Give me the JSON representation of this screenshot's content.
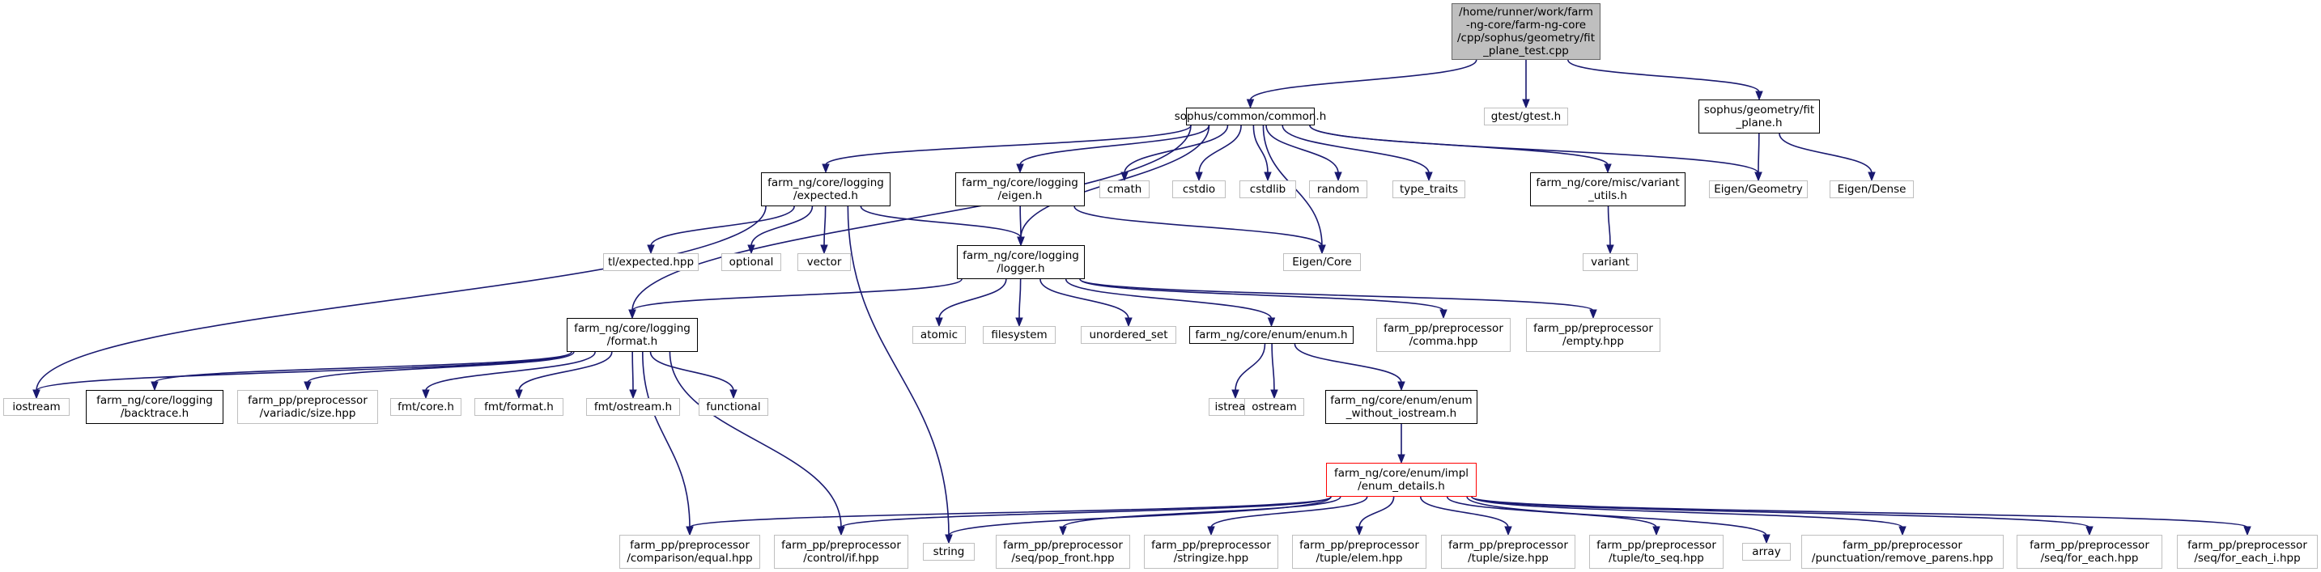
{
  "graph": {
    "root": "/home/runner/work/farm\n-ng-core/farm-ng-core\n/cpp/sophus/geometry/fit\n_plane_test.cpp",
    "nodes": {
      "common_h": "sophus/common/common.h",
      "gtest": "gtest/gtest.h",
      "fit_plane_h": "sophus/geometry/fit\n_plane.h",
      "expected_h": "farm_ng/core/logging\n/expected.h",
      "eigen_h": "farm_ng/core/logging\n/eigen.h",
      "cmath": "cmath",
      "cstdio": "cstdio",
      "cstdlib": "cstdlib",
      "random": "random",
      "type_traits": "type_traits",
      "variant_utils_h": "farm_ng/core/misc/variant\n_utils.h",
      "eigen_geometry": "Eigen/Geometry",
      "eigen_dense": "Eigen/Dense",
      "tl_expected": "tl/expected.hpp",
      "optional": "optional",
      "vector": "vector",
      "logger_h": "farm_ng/core/logging\n/logger.h",
      "eigen_core": "Eigen/Core",
      "variant": "variant",
      "format_h": "farm_ng/core/logging\n/format.h",
      "atomic": "atomic",
      "filesystem": "filesystem",
      "unordered_set": "unordered_set",
      "enum_h": "farm_ng/core/enum/enum.h",
      "comma_hpp": "farm_pp/preprocessor\n/comma.hpp",
      "empty_hpp": "farm_pp/preprocessor\n/empty.hpp",
      "iostream": "iostream",
      "backtrace_h": "farm_ng/core/logging\n/backtrace.h",
      "variadic_size": "farm_pp/preprocessor\n/variadic/size.hpp",
      "fmt_core": "fmt/core.h",
      "fmt_format": "fmt/format.h",
      "fmt_ostream": "fmt/ostream.h",
      "functional": "functional",
      "istream": "istream",
      "ostream": "ostream",
      "enum_wo_iostream": "farm_ng/core/enum/enum\n_without_iostream.h",
      "enum_details_h": "farm_ng/core/enum/impl\n/enum_details.h",
      "comparison_equal": "farm_pp/preprocessor\n/comparison/equal.hpp",
      "control_if": "farm_pp/preprocessor\n/control/if.hpp",
      "string": "string",
      "seq_pop_front": "farm_pp/preprocessor\n/seq/pop_front.hpp",
      "stringize": "farm_pp/preprocessor\n/stringize.hpp",
      "tuple_elem": "farm_pp/preprocessor\n/tuple/elem.hpp",
      "tuple_size": "farm_pp/preprocessor\n/tuple/size.hpp",
      "tuple_to_seq": "farm_pp/preprocessor\n/tuple/to_seq.hpp",
      "array": "array",
      "remove_parens": "farm_pp/preprocessor\n/punctuation/remove_parens.hpp",
      "seq_for_each": "farm_pp/preprocessor\n/seq/for_each.hpp",
      "seq_for_each_i": "farm_pp/preprocessor\n/seq/for_each_i.hpp"
    },
    "edges": [
      [
        "root",
        "common_h"
      ],
      [
        "root",
        "gtest"
      ],
      [
        "root",
        "fit_plane_h"
      ],
      [
        "common_h",
        "expected_h"
      ],
      [
        "common_h",
        "eigen_h"
      ],
      [
        "common_h",
        "cmath"
      ],
      [
        "common_h",
        "cstdio"
      ],
      [
        "common_h",
        "cstdlib"
      ],
      [
        "common_h",
        "random"
      ],
      [
        "common_h",
        "type_traits"
      ],
      [
        "common_h",
        "variant_utils_h"
      ],
      [
        "common_h",
        "eigen_geometry"
      ],
      [
        "common_h",
        "logger_h"
      ],
      [
        "common_h",
        "format_h"
      ],
      [
        "common_h",
        "eigen_core"
      ],
      [
        "fit_plane_h",
        "eigen_geometry"
      ],
      [
        "fit_plane_h",
        "eigen_dense"
      ],
      [
        "expected_h",
        "tl_expected"
      ],
      [
        "expected_h",
        "optional"
      ],
      [
        "expected_h",
        "vector"
      ],
      [
        "expected_h",
        "logger_h"
      ],
      [
        "expected_h",
        "iostream"
      ],
      [
        "expected_h",
        "string"
      ],
      [
        "eigen_h",
        "logger_h"
      ],
      [
        "eigen_h",
        "eigen_core"
      ],
      [
        "variant_utils_h",
        "variant"
      ],
      [
        "logger_h",
        "format_h"
      ],
      [
        "logger_h",
        "atomic"
      ],
      [
        "logger_h",
        "filesystem"
      ],
      [
        "logger_h",
        "unordered_set"
      ],
      [
        "logger_h",
        "enum_h"
      ],
      [
        "logger_h",
        "comma_hpp"
      ],
      [
        "logger_h",
        "empty_hpp"
      ],
      [
        "format_h",
        "iostream"
      ],
      [
        "format_h",
        "backtrace_h"
      ],
      [
        "format_h",
        "variadic_size"
      ],
      [
        "format_h",
        "fmt_core"
      ],
      [
        "format_h",
        "fmt_format"
      ],
      [
        "format_h",
        "fmt_ostream"
      ],
      [
        "format_h",
        "functional"
      ],
      [
        "format_h",
        "comparison_equal"
      ],
      [
        "format_h",
        "control_if"
      ],
      [
        "enum_h",
        "istream"
      ],
      [
        "enum_h",
        "ostream"
      ],
      [
        "enum_h",
        "enum_wo_iostream"
      ],
      [
        "enum_wo_iostream",
        "enum_details_h"
      ],
      [
        "enum_details_h",
        "comparison_equal"
      ],
      [
        "enum_details_h",
        "control_if"
      ],
      [
        "enum_details_h",
        "string"
      ],
      [
        "enum_details_h",
        "seq_pop_front"
      ],
      [
        "enum_details_h",
        "stringize"
      ],
      [
        "enum_details_h",
        "tuple_elem"
      ],
      [
        "enum_details_h",
        "tuple_size"
      ],
      [
        "enum_details_h",
        "tuple_to_seq"
      ],
      [
        "enum_details_h",
        "array"
      ],
      [
        "enum_details_h",
        "remove_parens"
      ],
      [
        "enum_details_h",
        "seq_for_each"
      ],
      [
        "enum_details_h",
        "seq_for_each_i"
      ]
    ],
    "colors": {
      "edge": "#191970",
      "root_fill": "#bfbfbf",
      "root_border": "#666666",
      "documented_border": "#000000",
      "external_border": "#bfbfbf",
      "highlighted_border": "#ff0000"
    }
  }
}
